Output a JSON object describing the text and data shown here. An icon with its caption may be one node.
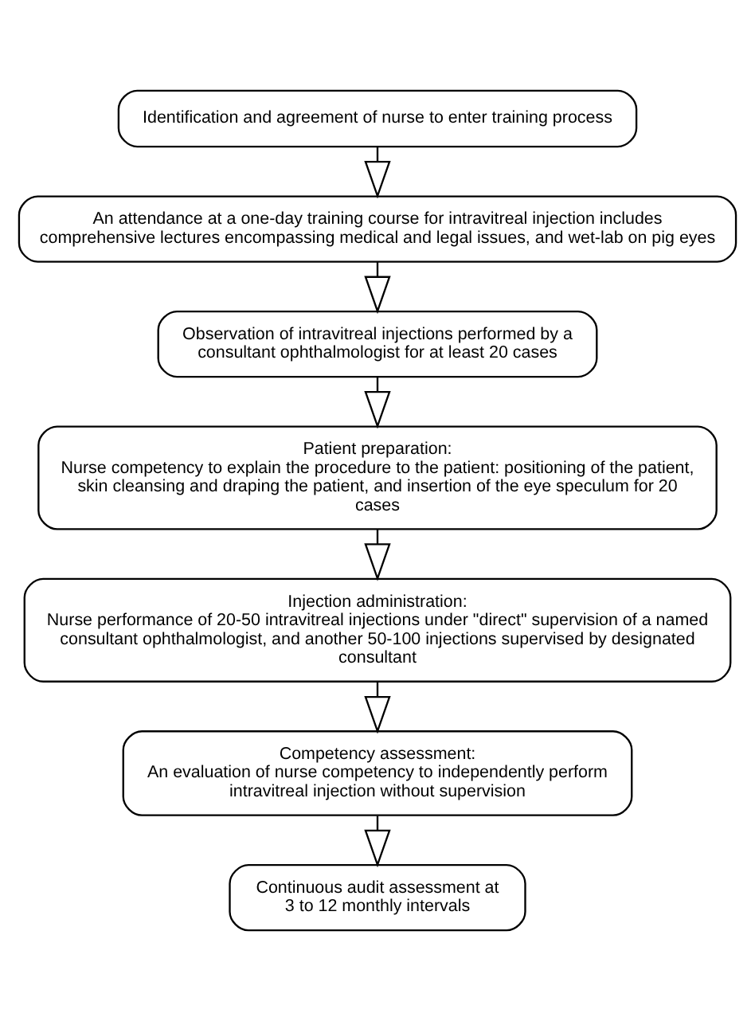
{
  "diagram": {
    "nodes": [
      {
        "text": [
          "Identification and agreement of nurse to enter training process"
        ]
      },
      {
        "text": [
          "An attendance at a one-day training course for intravitreal injection includes comprehensive lectures encompassing medical and legal issues, and wet-lab on pig eyes"
        ]
      },
      {
        "text": [
          "Observation of intravitreal injections performed by a consultant ophthalmologist for at least 20 cases"
        ]
      },
      {
        "text": [
          "Patient preparation:",
          "Nurse competency to explain the procedure to the patient: positioning of the patient, skin cleansing and draping the patient, and insertion of the eye speculum for 20 cases"
        ]
      },
      {
        "text": [
          "Injection administration:",
          "Nurse performance of 20-50 intravitreal injections under \"direct\" supervision of a named consultant ophthalmologist, and another 50-100 injections supervised by designated consultant"
        ]
      },
      {
        "text": [
          "Competency assessment:",
          "An evaluation of nurse competency to independently perform intravitreal injection without supervision"
        ]
      },
      {
        "text": [
          "Continuous audit assessment at 3 to 12 monthly intervals"
        ]
      }
    ],
    "edges": [
      {
        "from": 0,
        "to": 1,
        "arrow": "to"
      },
      {
        "from": 1,
        "to": 2,
        "arrow": "to"
      },
      {
        "from": 2,
        "to": 3,
        "arrow": "to"
      },
      {
        "from": 3,
        "to": 4,
        "arrow": "to"
      },
      {
        "from": 4,
        "to": 5,
        "arrow": "to"
      },
      {
        "from": 5,
        "to": 6,
        "arrow": "to"
      }
    ]
  }
}
